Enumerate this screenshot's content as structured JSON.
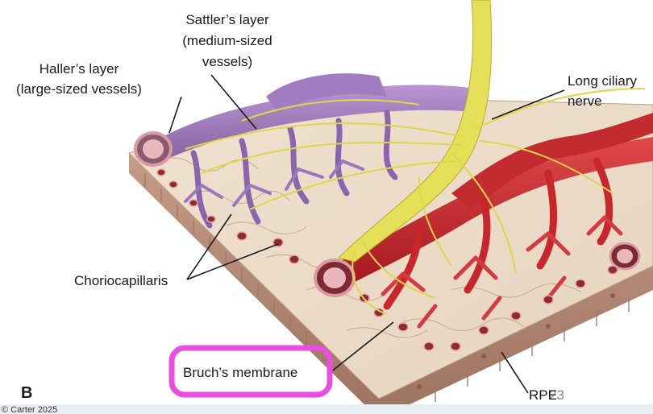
{
  "panel_letter": "B",
  "copyright": "© Carter 2025",
  "page_number": "23",
  "labels": {
    "sattler_line1": "Sattler’s layer",
    "sattler_line2": "(medium-sized",
    "sattler_line3": "vessels)",
    "haller_line1": "Haller’s layer",
    "haller_line2": "(large-sized vessels)",
    "nerve_line1": "Long ciliary",
    "nerve_line2": "nerve",
    "choriocapillaris": "Choriocapillaris",
    "bruch": "Bruch’s membrane",
    "rpe": "RPE"
  },
  "colors": {
    "highlight_box": "#e84fe0",
    "haller_vessel": "#9a6fb5",
    "artery": "#c8252a",
    "nerve": "#e9e35a",
    "choriocapillaris_bed": "#e8d8c4",
    "rpe_layer": "#b08a72"
  }
}
